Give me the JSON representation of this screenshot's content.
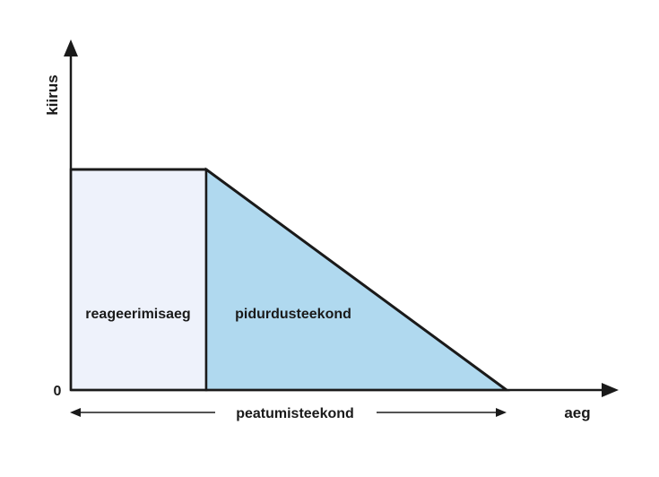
{
  "diagram": {
    "y_axis_label": "kiirus",
    "x_axis_label": "aeg",
    "origin_label": "0",
    "reaction_region_label": "reageerimisaeg",
    "braking_region_label": "pidurdusteekond",
    "stopping_distance_label": "peatumisteekond",
    "colors": {
      "reaction_fill": "#eef2fb",
      "braking_fill": "#b0d9ef",
      "stroke": "#1a1a1a"
    }
  }
}
